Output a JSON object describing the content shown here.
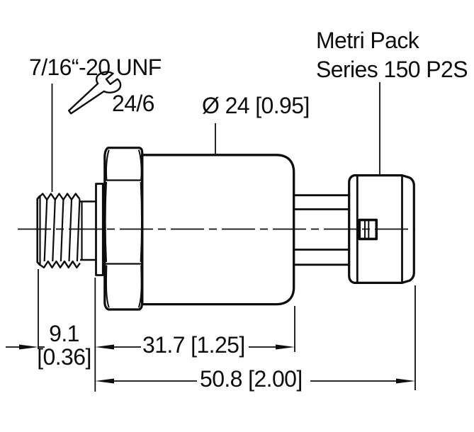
{
  "drawing": {
    "type": "engineering-dimension-drawing",
    "labels": {
      "thread_spec": "7/16“-20 UNF",
      "wrench_size": "24/6",
      "body_diameter": "Ø 24 [0.95]",
      "connector_line1": "Metri Pack",
      "connector_line2": "Series 150 P2S"
    },
    "dimensions": {
      "thread_length_mm": "9.1",
      "thread_length_in": "[0.36]",
      "hex_to_body_length": "31.7 [1.25]",
      "overall_length": "50.8 [2.00]"
    },
    "icons": {
      "wrench": "open-end-wrench-icon"
    },
    "colors": {
      "line": "#0d0d0d",
      "background": "#ffffff"
    }
  }
}
